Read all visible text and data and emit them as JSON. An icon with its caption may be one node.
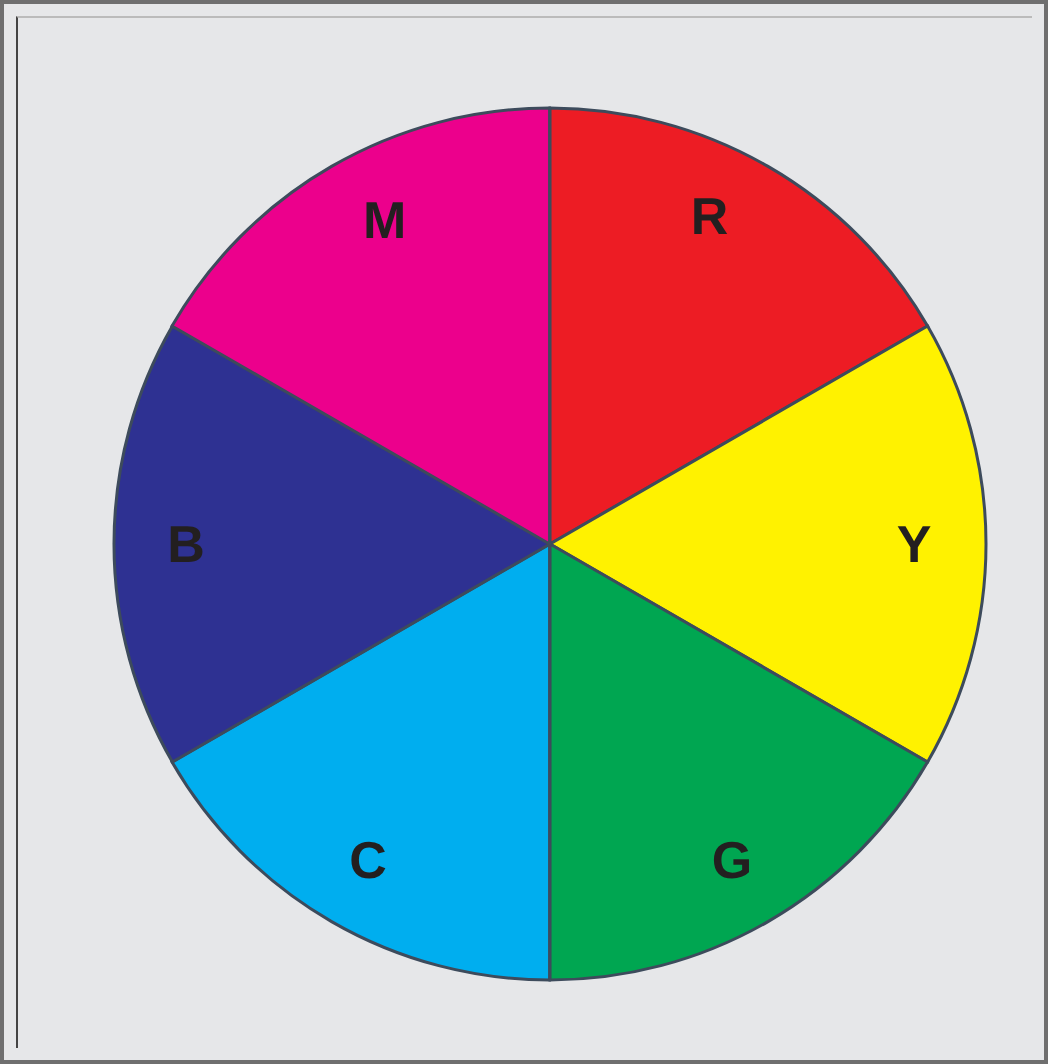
{
  "diagram": {
    "nodes": [
      {
        "text": [
          "R"
        ]
      },
      {
        "text": [
          "Y"
        ]
      },
      {
        "text": [
          "G"
        ]
      },
      {
        "text": [
          "C"
        ]
      },
      {
        "text": [
          "B"
        ]
      },
      {
        "text": [
          "M"
        ]
      }
    ]
  }
}
